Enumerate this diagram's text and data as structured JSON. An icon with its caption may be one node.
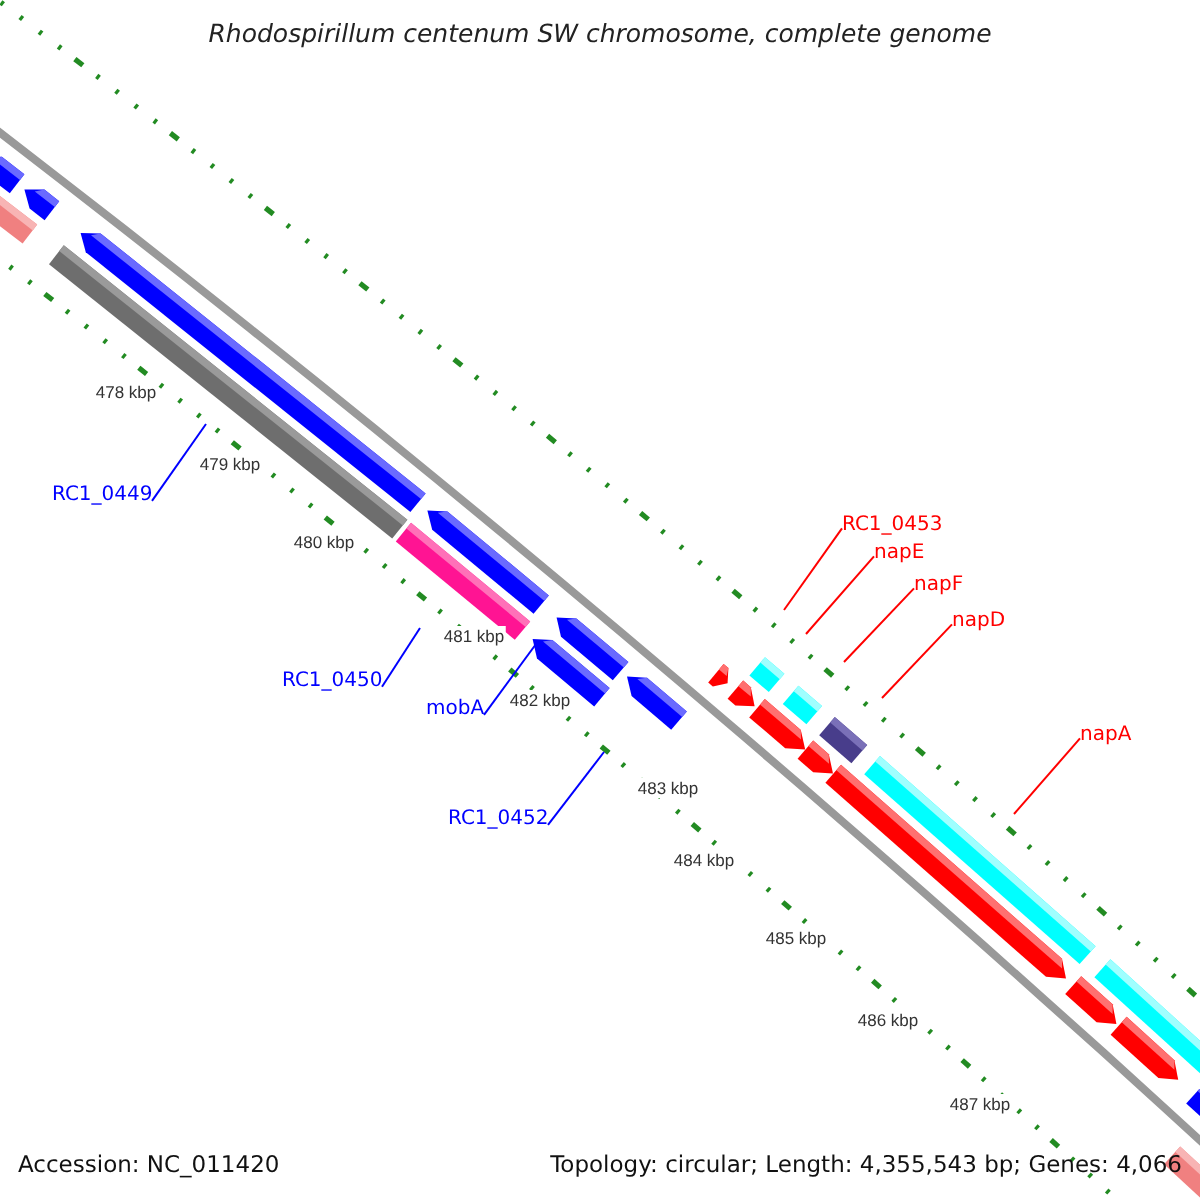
{
  "diagram": {
    "title": "Rhodospirillum centenum SW chromosome, complete genome",
    "nodes": [
      {
        "text": [
          "RC1_0449"
        ]
      },
      {
        "text": [
          "RC1_0450"
        ]
      },
      {
        "text": [
          "mobA"
        ]
      },
      {
        "text": [
          "RC1_0452"
        ]
      },
      {
        "text": [
          "RC1_0453"
        ]
      },
      {
        "text": [
          "napE"
        ]
      },
      {
        "text": [
          "napF"
        ]
      },
      {
        "text": [
          "napD"
        ]
      },
      {
        "text": [
          "napA"
        ]
      }
    ],
    "edges": [
      {
        "from": 0,
        "to": null,
        "arrow": "none",
        "color": "#0000ff"
      },
      {
        "from": 1,
        "to": null,
        "arrow": "none",
        "color": "#0000ff"
      },
      {
        "from": 2,
        "to": null,
        "arrow": "none",
        "color": "#0000ff"
      },
      {
        "from": 3,
        "to": null,
        "arrow": "none",
        "color": "#0000ff"
      },
      {
        "from": 4,
        "to": null,
        "arrow": "none",
        "color": "#ff0000"
      },
      {
        "from": 5,
        "to": null,
        "arrow": "none",
        "color": "#ff0000"
      },
      {
        "from": 6,
        "to": null,
        "arrow": "none",
        "color": "#ff0000"
      },
      {
        "from": 7,
        "to": null,
        "arrow": "none",
        "color": "#ff0000"
      },
      {
        "from": 8,
        "to": null,
        "arrow": "none",
        "color": "#ff0000"
      }
    ],
    "labels": [
      "478 kbp",
      "479 kbp",
      "480 kbp",
      "481 kbp",
      "482 kbp",
      "483 kbp",
      "484 kbp",
      "485 kbp",
      "486 kbp",
      "487 kbp",
      "Accession: NC_011420",
      "Topology: circular; Length: 4,355,543 bp; Genes: 4,066"
    ]
  }
}
